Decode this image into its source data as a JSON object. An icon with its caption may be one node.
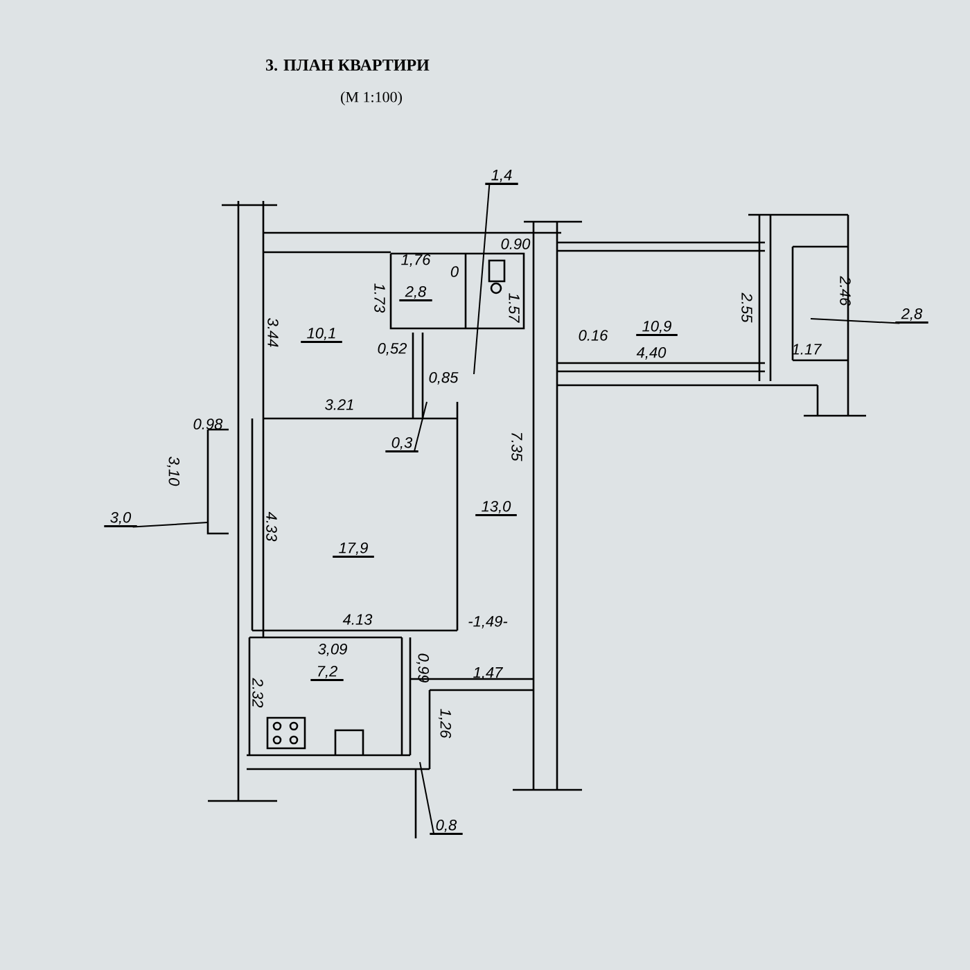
{
  "diagram": {
    "title": "3. ПЛАН КВАРТИРИ",
    "caption": "(М 1:100)",
    "labels": [
      "1,4",
      "0.90",
      "1,76",
      "0",
      "2,8",
      "1.73",
      "1.57",
      "3.44",
      "10,1",
      "0,52",
      "0,85",
      "0.16",
      "10,9",
      "2.55",
      "2.46",
      "2,8",
      "4,40",
      "1.17",
      "3.21",
      "0,3",
      "0.98",
      "3,10",
      "3,0",
      "4.33",
      "17,9",
      "13,0",
      "7.35",
      "4.13",
      "-1,49-",
      "3,09",
      "7,2",
      "0,99",
      "2.32",
      "1,47",
      "1,26",
      "0,8"
    ]
  }
}
